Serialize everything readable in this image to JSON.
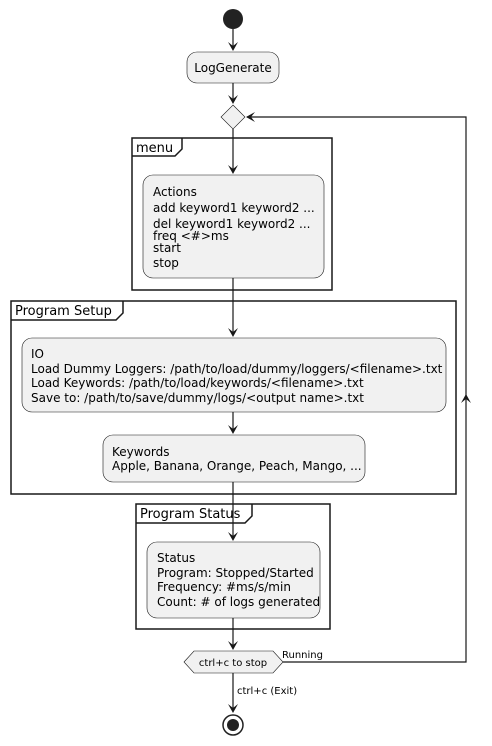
{
  "start_node": {
    "label": ""
  },
  "log_generate": {
    "label": "LogGenerate"
  },
  "menu": {
    "title": "menu",
    "actions_lines": [
      "Actions",
      "add keyword1 keyword2 ...",
      "del keyword1 keyword2 ...",
      "freq <#>ms",
      "start",
      "stop"
    ]
  },
  "program_setup": {
    "title": "Program Setup",
    "io_lines": [
      "IO",
      "Load Dummy Loggers: /path/to/load/dummy/loggers/<filename>.txt",
      "Load Keywords: /path/to/load/keywords/<filename>.txt",
      "Save to: /path/to/save/dummy/logs/<output name>.txt"
    ],
    "keywords_lines": [
      "Keywords",
      "Apple, Banana, Orange, Peach, Mango, ..."
    ]
  },
  "program_status": {
    "title": "Program Status",
    "status_lines": [
      "Status",
      "Program: Stopped/Started",
      "Frequency: #ms/s/min",
      "Count: # of logs generated"
    ]
  },
  "loop_condition": {
    "label": "ctrl+c to stop",
    "running_label": "Running",
    "exit_label": "ctrl+c (Exit)"
  },
  "colors": {
    "node_fill": "#f1f1f1",
    "stroke": "#181818",
    "start_fill": "#222222"
  }
}
